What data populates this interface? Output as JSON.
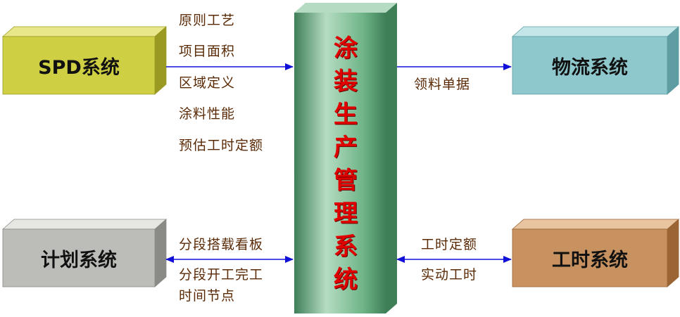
{
  "systems": {
    "spd": {
      "label": "SPD系统",
      "color_front": "#cfcf44",
      "color_light": "#e8e88a",
      "color_dark": "#9a9a22"
    },
    "logistics": {
      "label": "物流系统",
      "color_front": "#8ec8cc",
      "color_light": "#c4e6e8",
      "color_dark": "#5e9ea3"
    },
    "plan": {
      "label": "计划系统",
      "color_front": "#bcbcb8",
      "color_light": "#e6e6e2",
      "color_dark": "#8a8a86"
    },
    "worktime": {
      "label": "工时系统",
      "color_front": "#c89260",
      "color_light": "#e8c4a0",
      "color_dark": "#9a6434"
    }
  },
  "center": {
    "title_chars": [
      "涂",
      "装",
      "生",
      "产",
      "管",
      "理",
      "系",
      "统"
    ],
    "color_front": "#6fb588",
    "color_light": "#b5dcc2",
    "color_dark": "#3f7f58",
    "text_color": "#e00000"
  },
  "flows": {
    "spd_to_center": [
      "原则工艺",
      "项目面积",
      "区域定义",
      "涂料性能",
      "预估工时定额"
    ],
    "center_to_logistics": [
      "领料单据"
    ],
    "center_plan": [
      "分段搭载看板",
      "分段开工完工",
      "时间节点"
    ],
    "center_worktime": [
      "工时定额",
      "实动工时"
    ]
  },
  "arrow_color": "#1010d8"
}
